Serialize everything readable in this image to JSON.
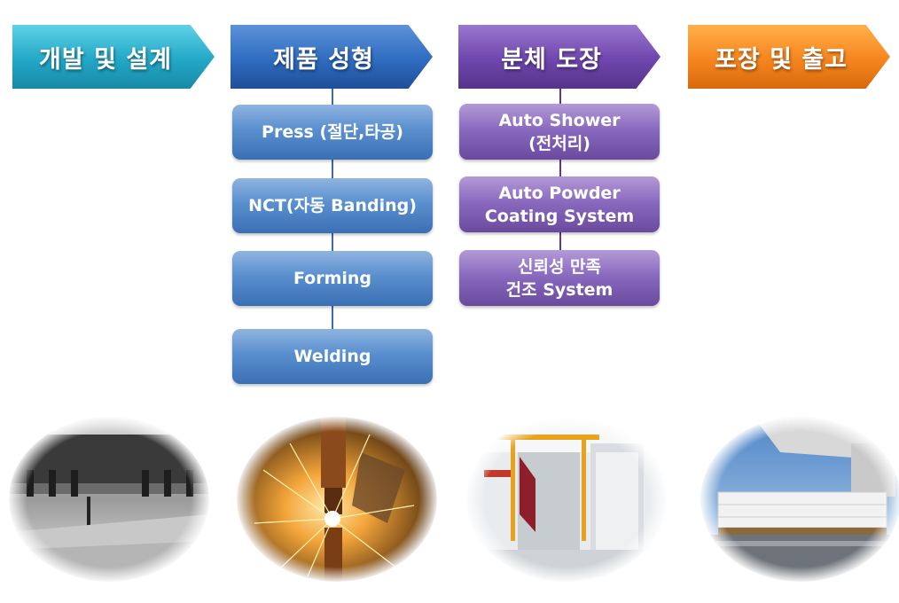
{
  "stages": [
    {
      "label": "개발 및 설계"
    },
    {
      "label": "제품 성형"
    },
    {
      "label": "분체 도장"
    },
    {
      "label": "포장 및 출고"
    }
  ],
  "forming_steps": [
    {
      "label": "Press (절단,타공)"
    },
    {
      "label": "NCT(자동 Banding)"
    },
    {
      "label": "Forming"
    },
    {
      "label": "Welding"
    }
  ],
  "painting_steps": [
    {
      "label": "Auto Shower\n(전처리)"
    },
    {
      "label": "Auto Powder\nCoating System"
    },
    {
      "label": "신뢰성 만족\n건조 System"
    }
  ],
  "colors": {
    "stage_dev": "#22a8c7",
    "stage_forming": "#2f6cc0",
    "stage_painting": "#6f46ad",
    "stage_shipping": "#f6851e"
  }
}
